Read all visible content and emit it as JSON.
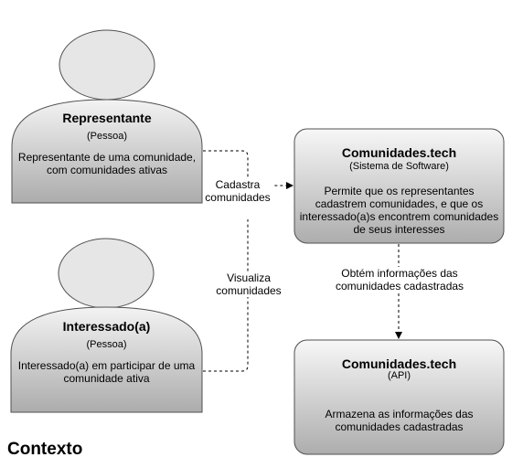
{
  "nodes": {
    "representante": {
      "title": "Representante",
      "type": "(Pessoa)",
      "description_lines": [
        "Representante de uma comunidade,",
        "com comunidades ativas"
      ]
    },
    "interessado": {
      "title": "Interessado(a)",
      "type": "(Pessoa)",
      "description_lines": [
        "Interessado(a) em participar de uma",
        "comunidade ativa"
      ]
    },
    "sistema": {
      "title": "Comunidades.tech",
      "type": "(Sistema de Software)",
      "description_lines": [
        "Permite que os representantes",
        "cadastrem comunidades, e que os",
        "interessado(a)s encontrem comunidades",
        "de seus interesses"
      ]
    },
    "api": {
      "title": "Comunidades.tech",
      "type": "(API)",
      "description_lines": [
        "Armazena as informações das",
        "comunidades cadastradas"
      ]
    }
  },
  "edges": {
    "cadastra": {
      "lines": [
        "Cadastra",
        "comunidades"
      ]
    },
    "visualiza": {
      "lines": [
        "Visualiza",
        "comunidades"
      ]
    },
    "obtem": {
      "lines": [
        "Obtém informações das",
        "comunidades cadastradas"
      ]
    }
  },
  "footer": {
    "label": "Contexto"
  }
}
